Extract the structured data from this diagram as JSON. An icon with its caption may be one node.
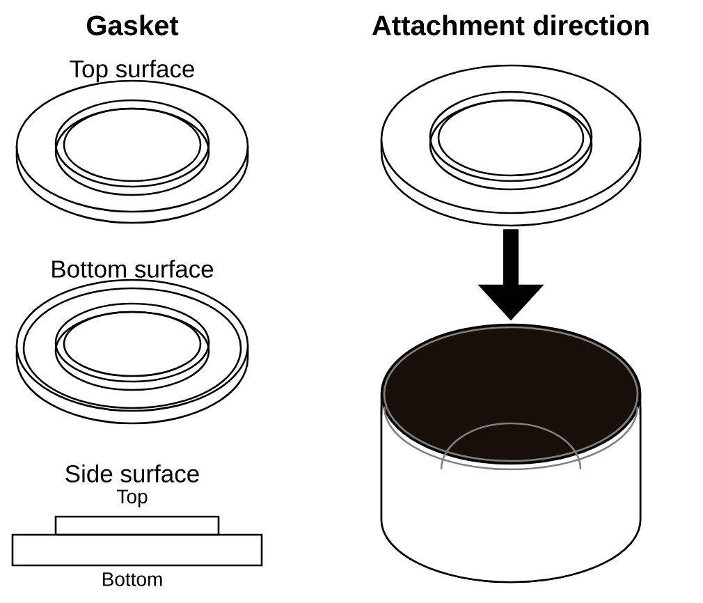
{
  "diagram": {
    "nodes": [
      {
        "text": [],
        "shape": "picture"
      },
      {
        "text": [],
        "shape": "picture"
      }
    ],
    "edges": [
      {
        "from": 0,
        "to": 1,
        "arrow": "to"
      }
    ],
    "labels": [
      "Gasket",
      "Attachment direction",
      "Top surface",
      "Bottom surface",
      "Side surface",
      "Top",
      "Bottom"
    ]
  }
}
